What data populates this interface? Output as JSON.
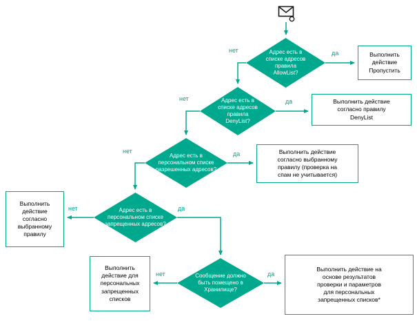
{
  "diagram": {
    "colors": {
      "accent": "#00a88e",
      "ink": "#1a1a1a"
    },
    "labels": {
      "yes": "да",
      "no": "нет"
    },
    "icons": {
      "email": "✉"
    },
    "nodes": {
      "allowlist": "Адрес есть в списке адресов правила AllowList?",
      "denylist": "Адрес есть в списке адресов правила DenyList?",
      "personal_allowed": "Адрес есть в персональном списке разрешенных адресов?",
      "personal_blocked": "Адрес есть в персональном списке запрещенных адресов?",
      "storage": "Сообщение должно быть помещено в Хранилище?",
      "skip": "Выполнить действие Пропустить",
      "denylist_action": "Выполнить действие согласно правилу DenyList",
      "selected_rule_no_spam": "Выполнить действие согласно выбранному правилу (проверка на спам не учитывается)",
      "selected_rule": "Выполнить действие согласно выбранному правилу",
      "personal_blocked_action": "Выполнить действие для персональных запрещенных списков",
      "check_results_action": "Выполнить действие на основе результатов проверки и параметров для персональных запрещенных списков*"
    }
  }
}
